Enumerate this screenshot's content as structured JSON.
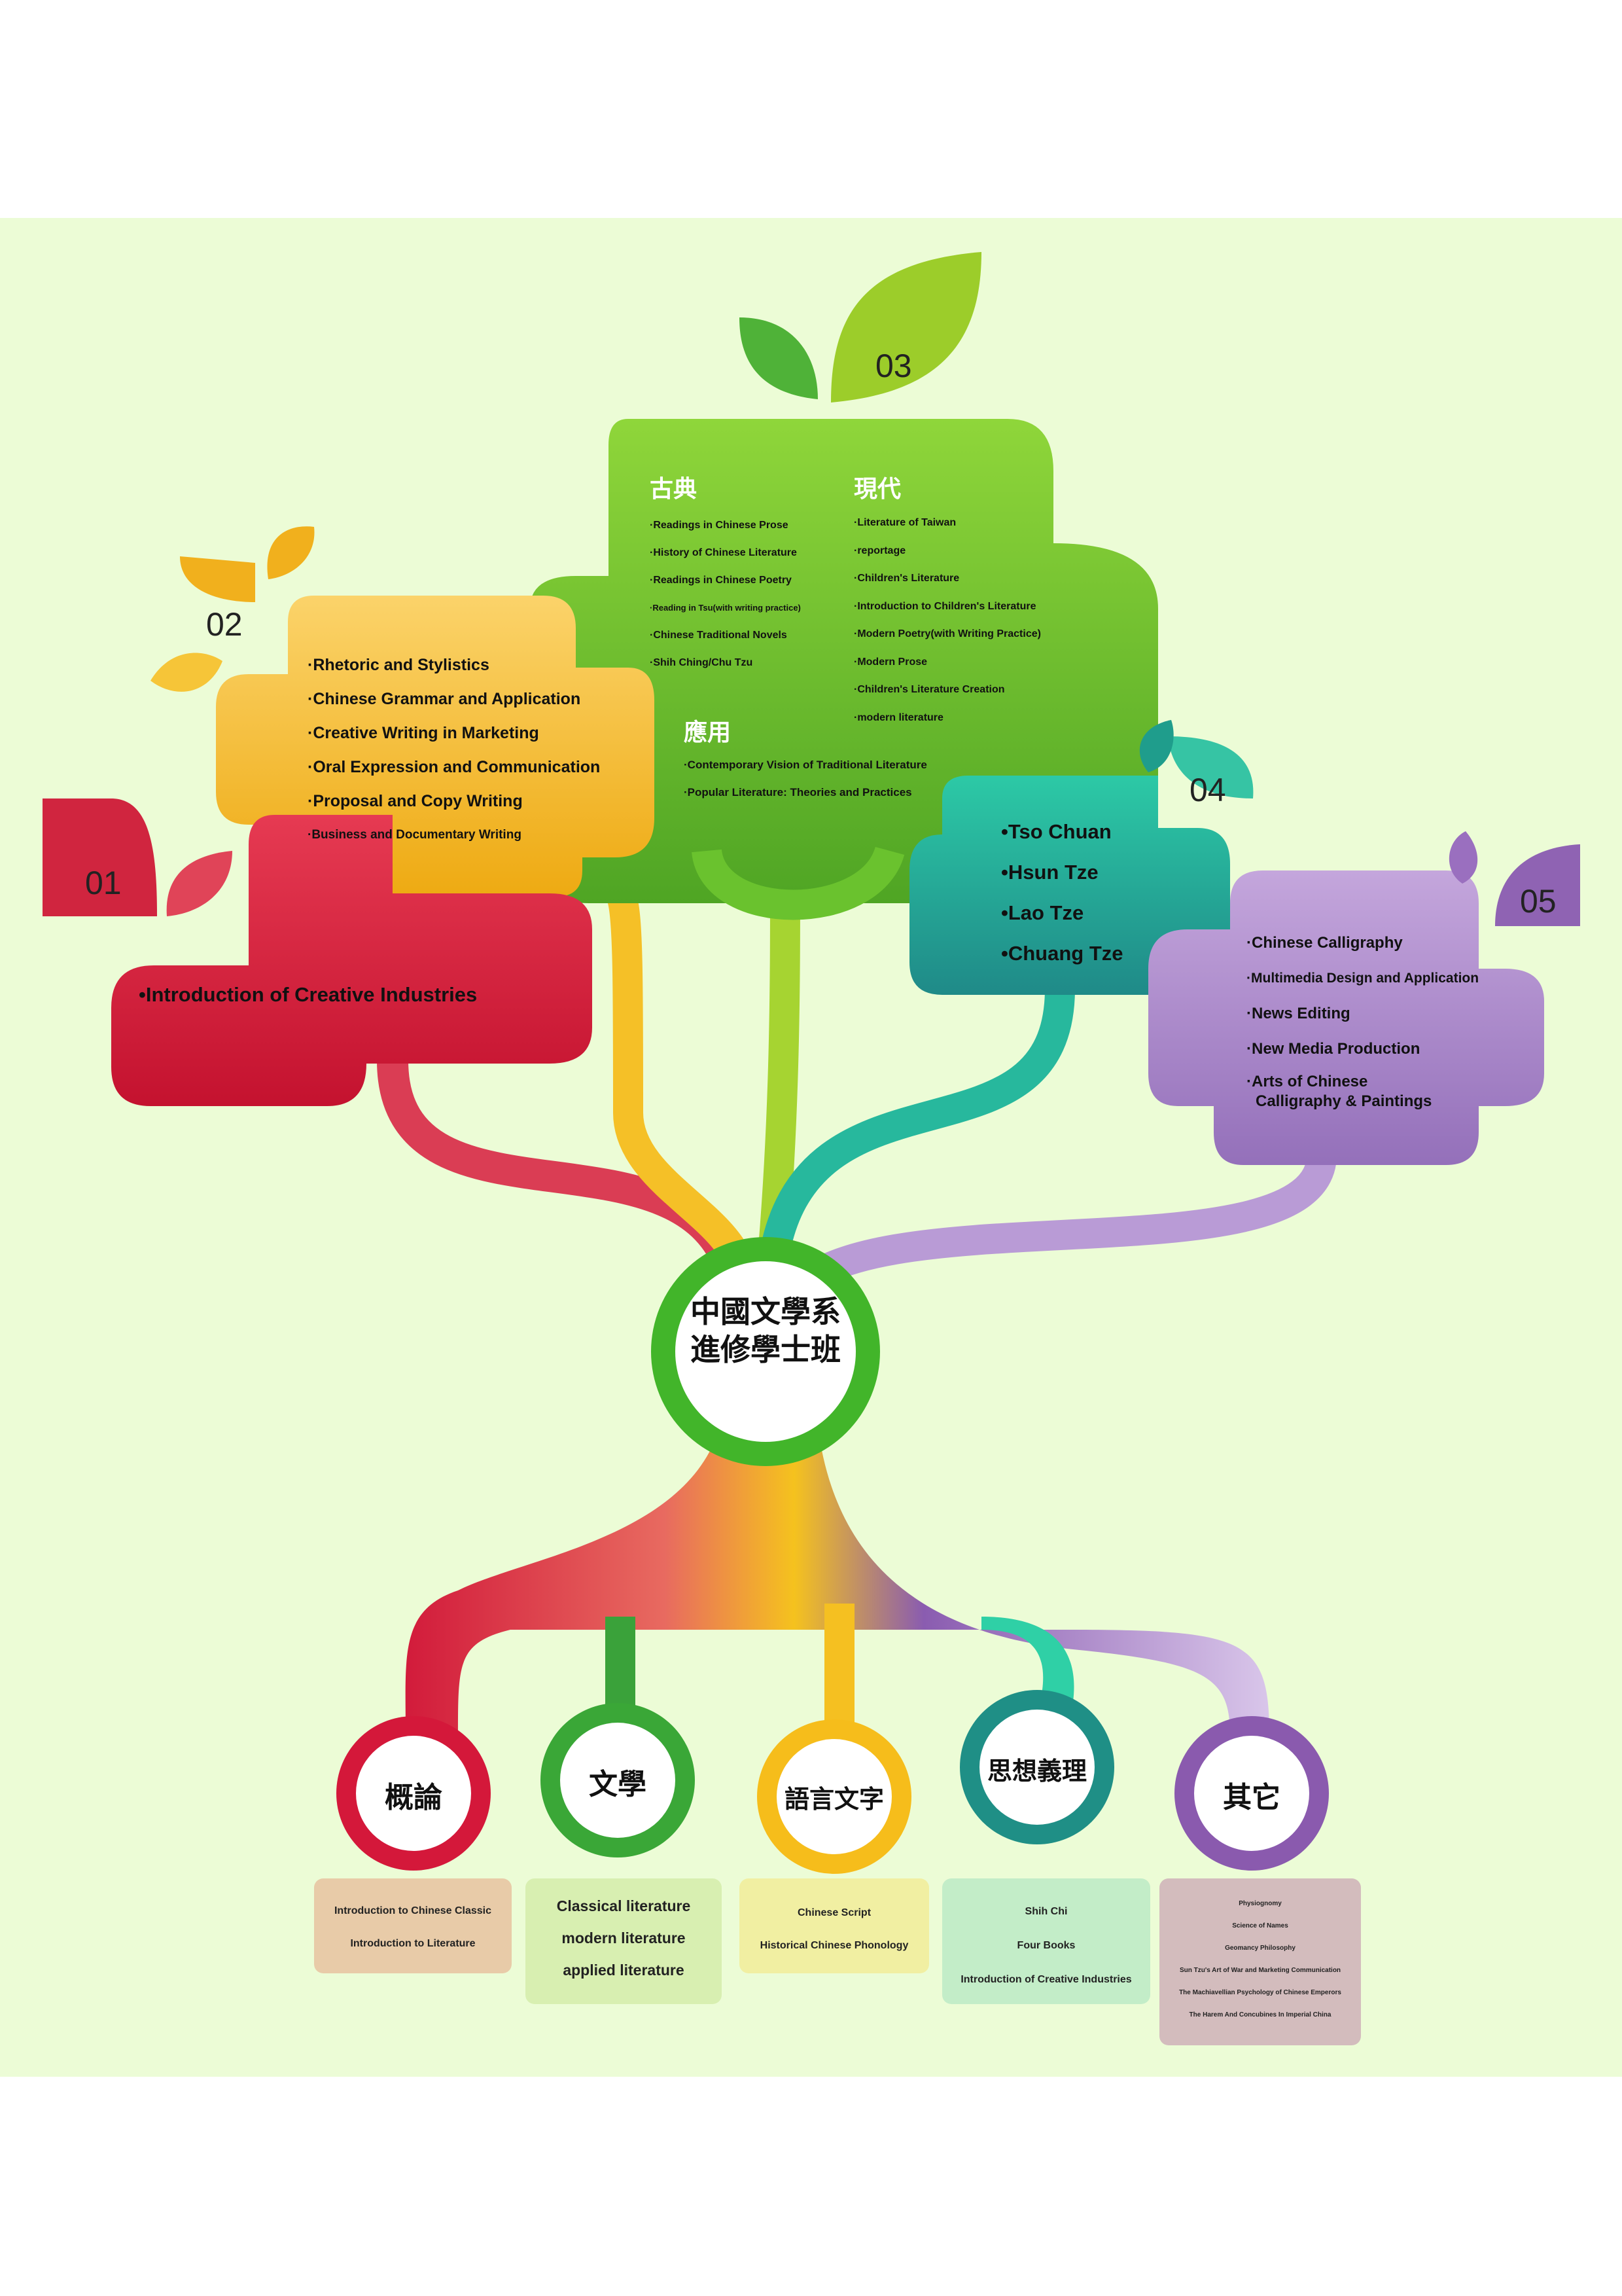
{
  "center": {
    "line1": "中國文學系",
    "line2": "進修學士班"
  },
  "branches": {
    "b01": {
      "number": "01",
      "items": [
        "•Introduction of Creative Industries"
      ]
    },
    "b02": {
      "number": "02",
      "items": [
        "·Rhetoric and Stylistics",
        "·Chinese Grammar and Application",
        "·Creative Writing in Marketing",
        "·Oral Expression and Communication",
        "·Proposal and Copy Writing",
        "·Business and Documentary Writing"
      ]
    },
    "b03": {
      "number": "03",
      "classical": {
        "heading": "古典",
        "items": [
          "·Readings in Chinese Prose",
          "·History of Chinese Literature",
          "·Readings in Chinese Poetry",
          "·Reading in Tsu(with writing practice)",
          "·Chinese Traditional Novels",
          "·Shih Ching/Chu Tzu"
        ]
      },
      "modern": {
        "heading": "現代",
        "items": [
          "·Literature of Taiwan",
          "·reportage",
          "·Children's Literature",
          "·Introduction to Children's Literature",
          "·Modern Poetry(with Writing Practice)",
          "·Modern Prose",
          "·Children's Literature Creation",
          "·modern literature"
        ]
      },
      "applied": {
        "heading": "應用",
        "items": [
          "·Contemporary Vision of Traditional Literature",
          "·Popular Literature: Theories and Practices"
        ]
      }
    },
    "b04": {
      "number": "04",
      "items": [
        "•Tso Chuan",
        "•Hsun Tze",
        "•Lao Tze",
        "•Chuang Tze"
      ]
    },
    "b05": {
      "number": "05",
      "items": [
        "·Chinese Calligraphy",
        "·Multimedia Design and Application",
        "·News Editing",
        "·New Media Production",
        "·Arts of Chinese",
        "Calligraphy & Paintings"
      ]
    }
  },
  "categories": [
    {
      "label": "概論",
      "courses": [
        "Introduction to Chinese Classic",
        "Introduction to Literature"
      ]
    },
    {
      "label": "文學",
      "courses": [
        "Classical literature",
        "modern literature",
        "applied literature"
      ]
    },
    {
      "label": "語言文字",
      "courses": [
        "Chinese Script",
        "Historical Chinese Phonology"
      ]
    },
    {
      "label": "思想義理",
      "courses": [
        "Shih Chi",
        "Four Books",
        "Introduction of Creative Industries"
      ]
    },
    {
      "label": "其它",
      "courses": [
        "Physiognomy",
        "Science of Names",
        "Geomancy Philosophy",
        "Sun Tzu's Art of War and Marketing Communication",
        "The Machiavellian Psychology of Chinese Emperors",
        "The Harem And Concubines In Imperial China"
      ]
    }
  ],
  "colors": {
    "red": "#d0183a",
    "orange": "#f2b01e",
    "green": "#6cbf2c",
    "teal": "#23a69a",
    "purple": "#9a6fbf",
    "background": "#ecfcd6"
  }
}
